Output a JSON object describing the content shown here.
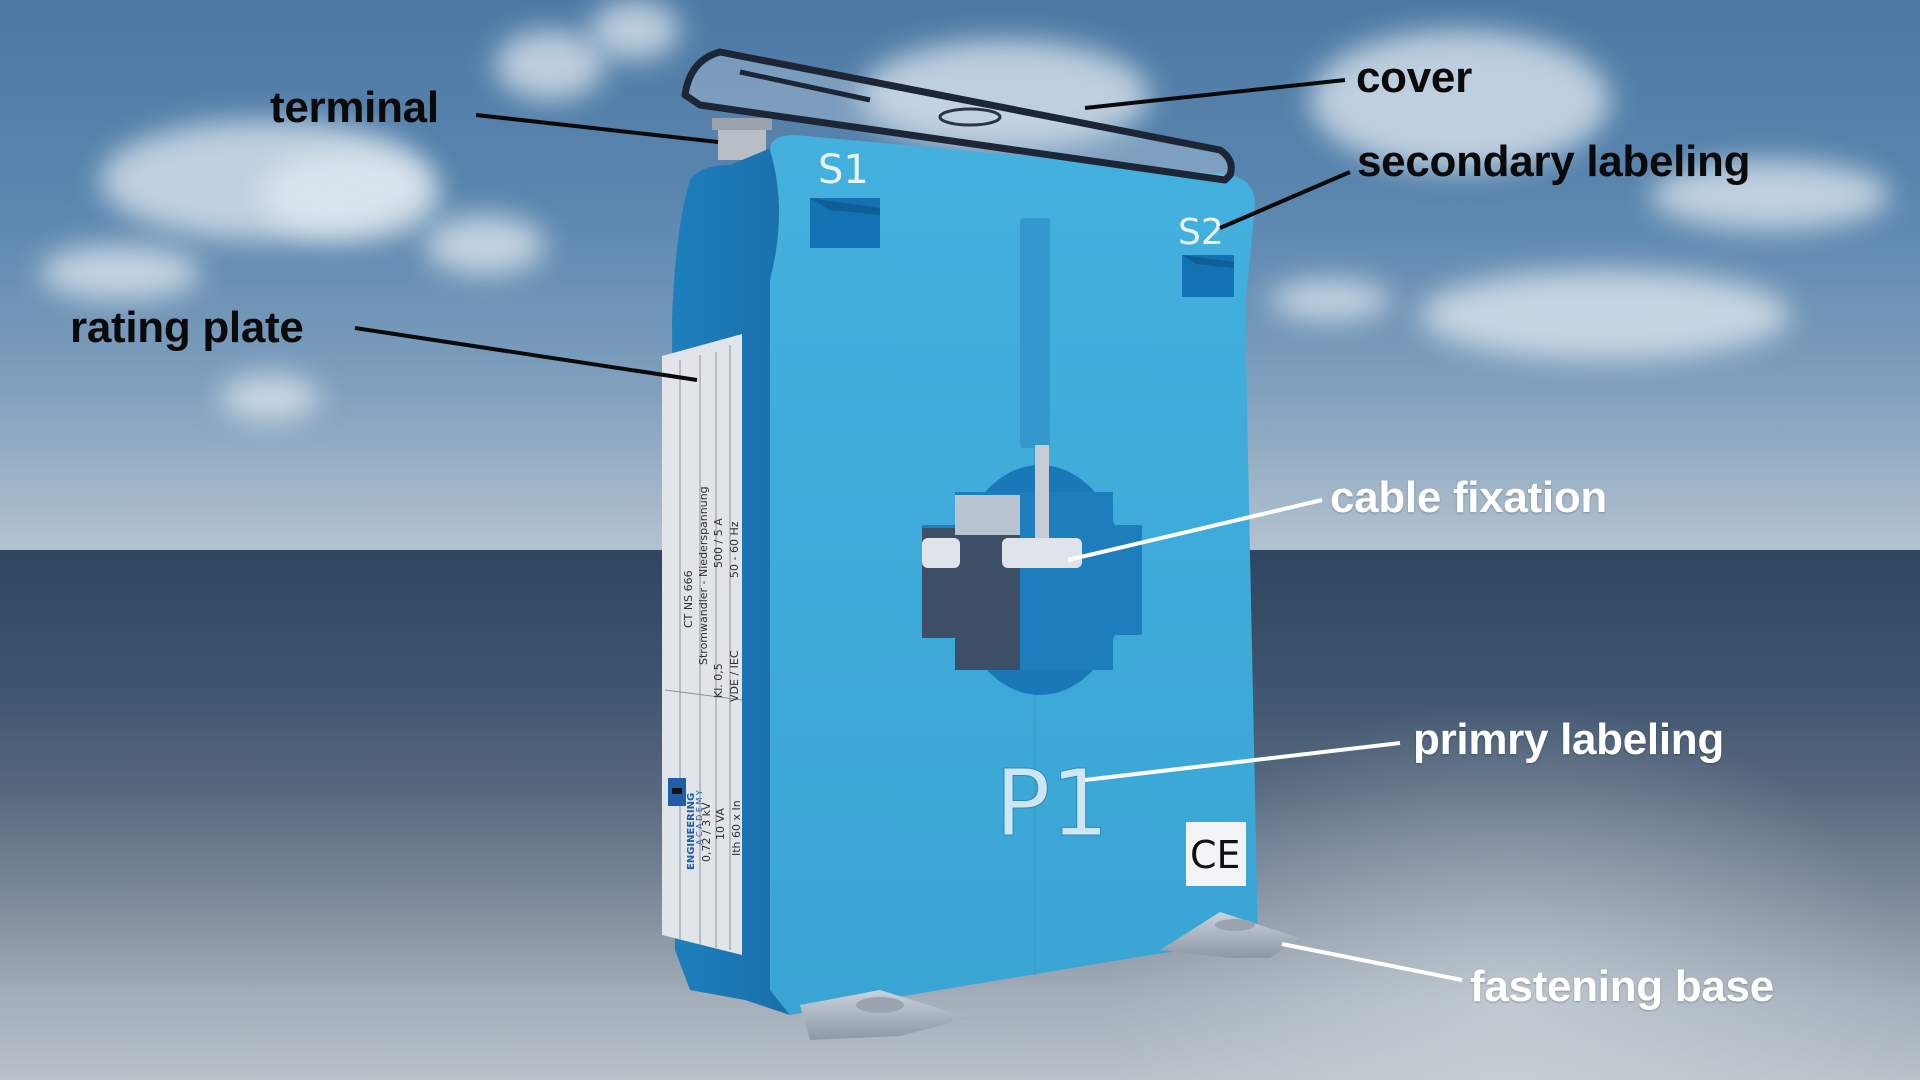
{
  "diagram": {
    "subject": "Current transformer (Stromwandler)",
    "labels": {
      "terminal": "terminal",
      "rating_plate": "rating plate",
      "cover": "cover",
      "secondary_labeling": "secondary labeling",
      "cable_fixation": "cable fixation",
      "primary_labeling": "primry labeling",
      "fastening_base": "fastening base"
    },
    "device_markings": {
      "secondary_1": "S1",
      "secondary_2": "S2",
      "primary": "P1",
      "ce_mark": "CE"
    },
    "rating_plate": {
      "model": "CT NS 666",
      "description": "Stromwandler - Niederspannung",
      "ratio": "500 / 5 A",
      "frequency": "50 - 60 Hz",
      "accuracy_class": "Kl. 0,5",
      "standard": "VDE / IEC",
      "voltage": "0,72 / 3 kV",
      "burden": "10 VA",
      "thermal": "Ith 60 x In",
      "brand_line1": "ENGINEERING",
      "brand_line2": "A C A D E M Y"
    },
    "colors": {
      "device_blue": "#41aedb",
      "device_side": "#1a77b5",
      "label_dark": "#0a0a0a",
      "label_light": "#ffffff",
      "sky": "#5985ae",
      "ground": "#3e546e"
    }
  }
}
